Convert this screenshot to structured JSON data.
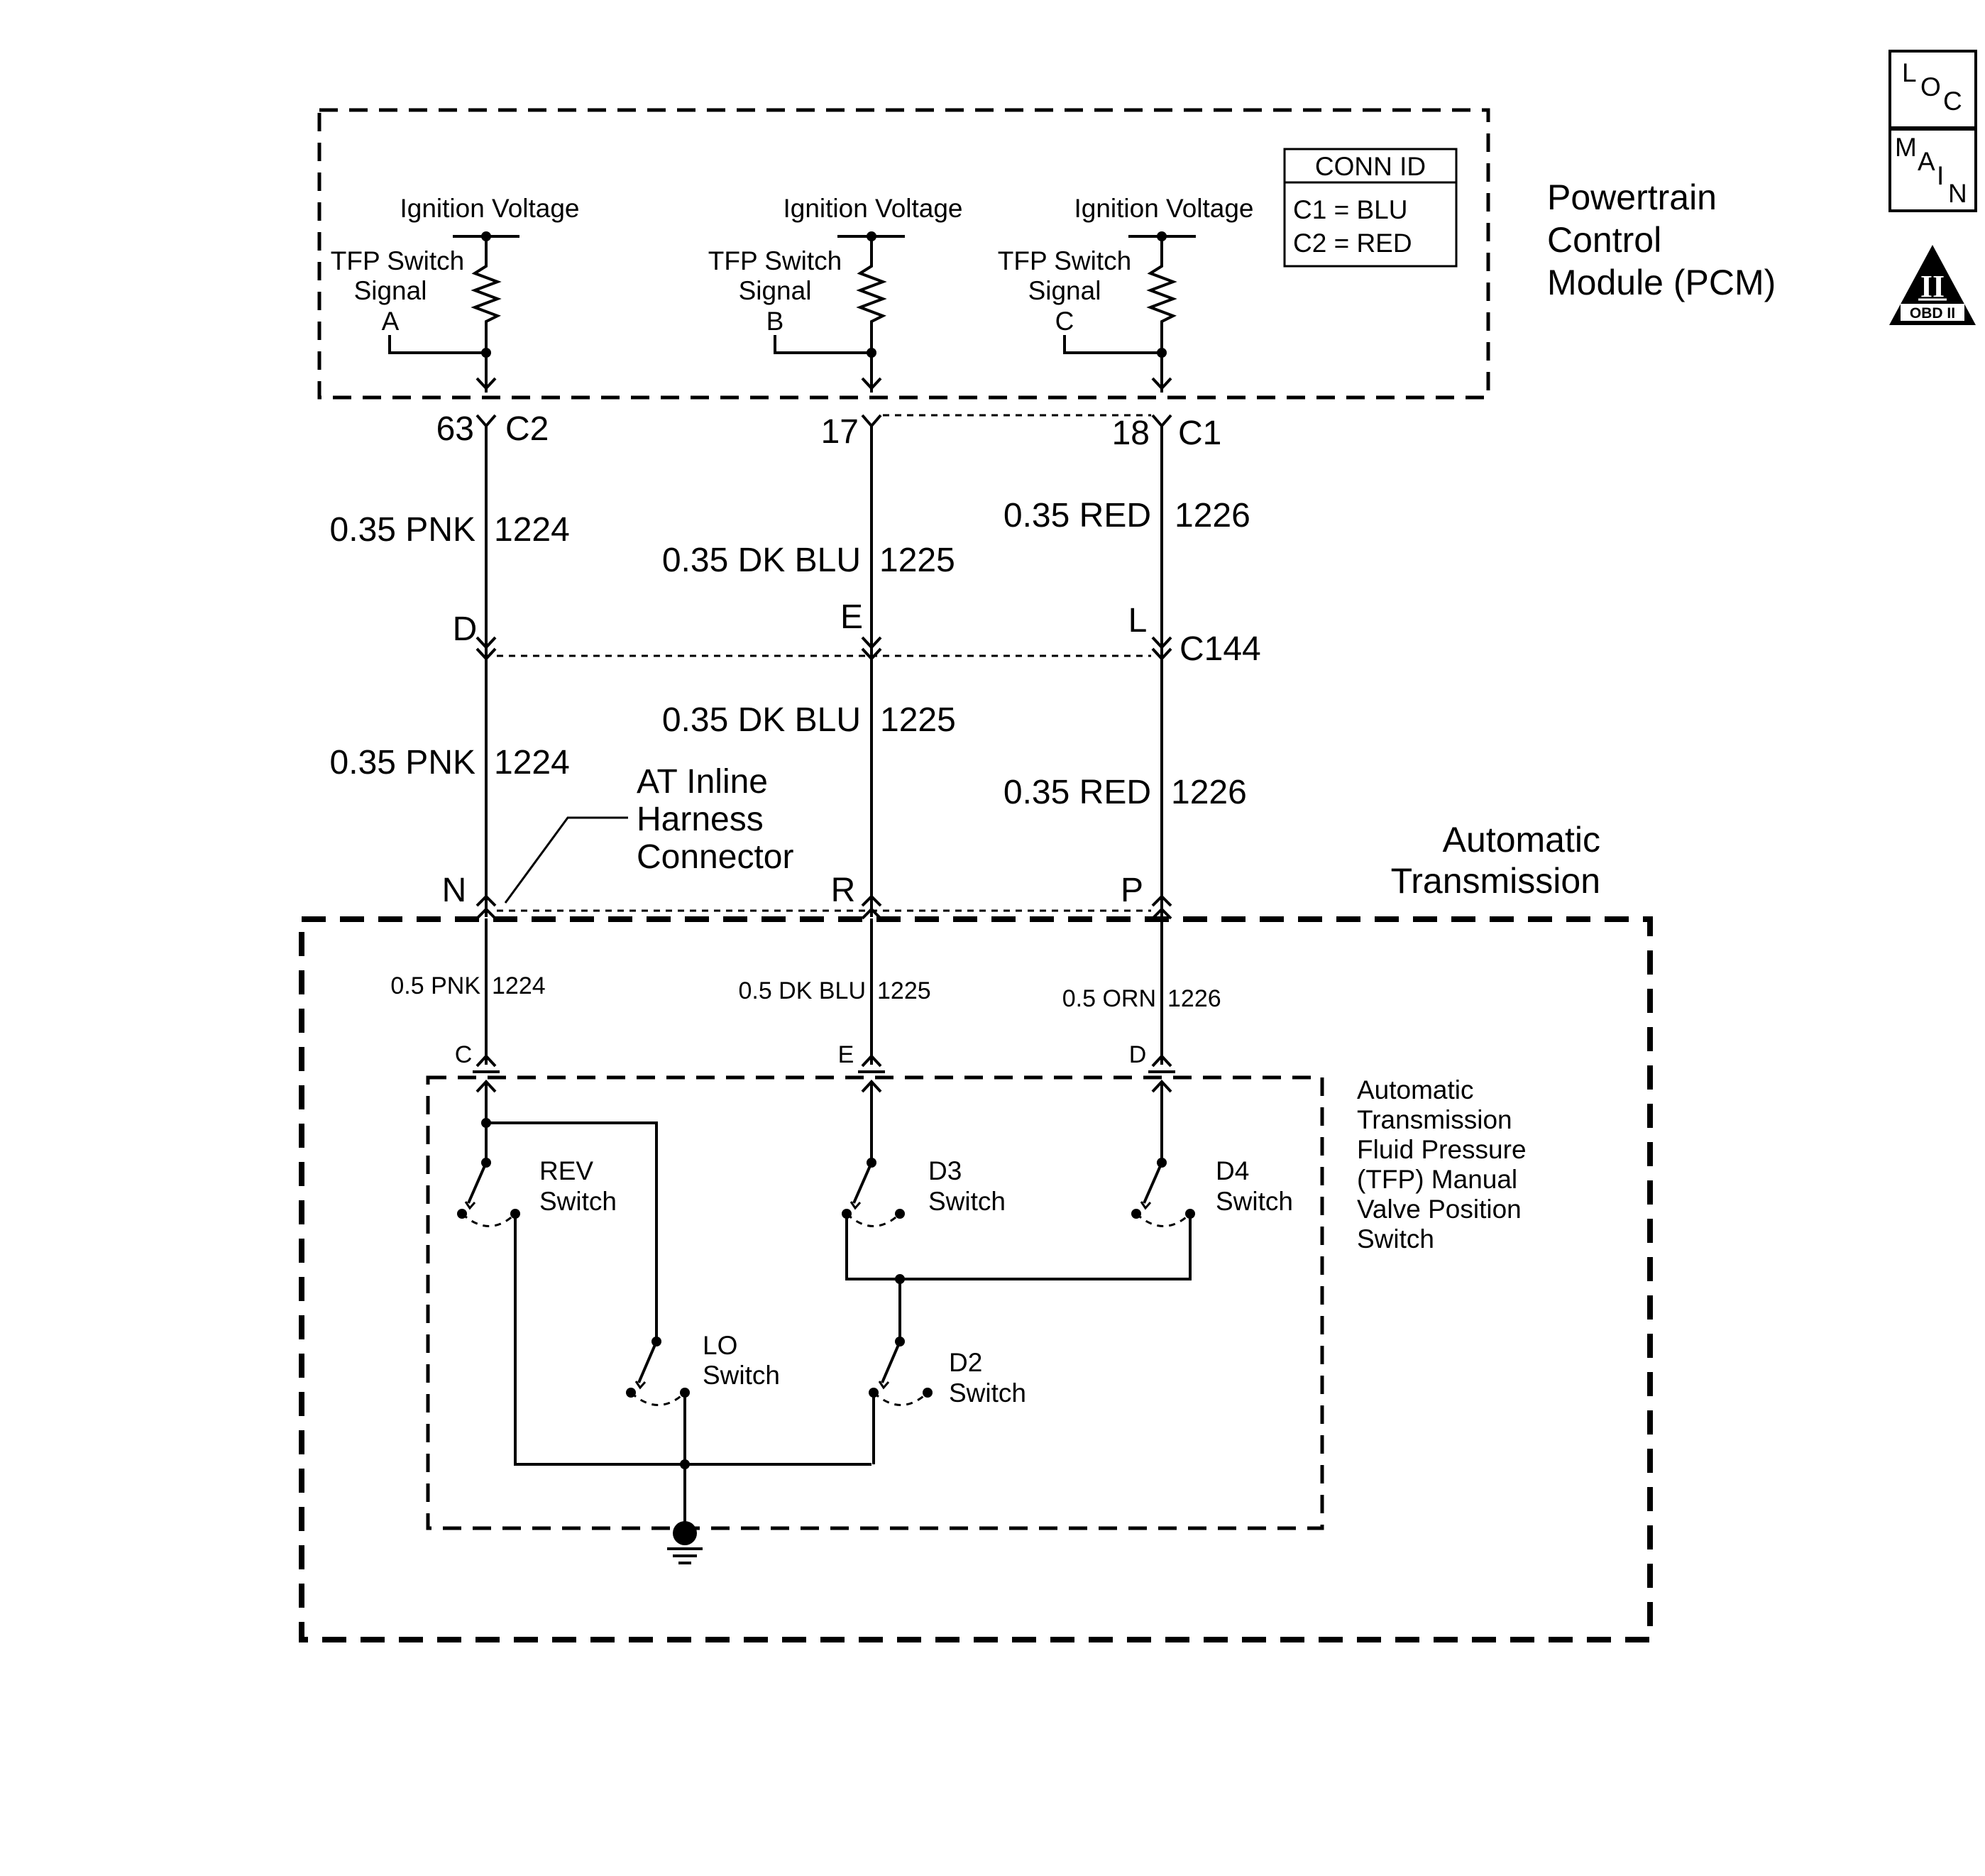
{
  "pcm": {
    "title_lines": [
      "Powertrain",
      "Control",
      "Module (PCM)"
    ],
    "ignition_voltage": "Ignition Voltage",
    "tfp_signal_line1": "TFP Switch",
    "tfp_signal_line2": "Signal",
    "signal_letters": [
      "A",
      "B",
      "C"
    ]
  },
  "conn_id": {
    "header": "CONN ID",
    "row1": "C1 = BLU",
    "row2": "C2 = RED"
  },
  "pcm_pins": {
    "left_pin": "63",
    "left_conn": "C2",
    "mid_pin": "17",
    "right_pin": "18",
    "right_conn": "C1"
  },
  "wires_upper": {
    "left_spec": "0.35 PNK",
    "left_circuit": "1224",
    "mid_spec": "0.35 DK BLU",
    "mid_circuit": "1225",
    "right_spec": "0.35 RED",
    "right_circuit": "1226"
  },
  "c144": {
    "name": "C144",
    "pin_left": "D",
    "pin_mid": "E",
    "pin_right": "L"
  },
  "wires_middle": {
    "left_spec": "0.35 PNK",
    "left_circuit": "1224",
    "mid_spec": "0.35 DK BLU",
    "mid_circuit": "1225",
    "right_spec": "0.35 RED",
    "right_circuit": "1226"
  },
  "inline_connector": {
    "lines": [
      "AT Inline",
      "Harness",
      "Connector"
    ],
    "pin_left": "N",
    "pin_mid": "R",
    "pin_right": "P"
  },
  "transmission": {
    "title_lines": [
      "Automatic",
      "Transmission"
    ]
  },
  "wires_lower": {
    "left_spec": "0.5 PNK",
    "left_circuit": "1224",
    "mid_spec": "0.5 DK BLU",
    "mid_circuit": "1225",
    "right_spec": "0.5 ORN",
    "right_circuit": "1226"
  },
  "switch_assembly": {
    "title_lines": [
      "Automatic",
      "Transmission",
      "Fluid Pressure",
      "(TFP) Manual",
      "Valve Position",
      "Switch"
    ],
    "pin_left": "C",
    "pin_mid": "E",
    "pin_right": "D",
    "rev": [
      "REV",
      "Switch"
    ],
    "d3": [
      "D3",
      "Switch"
    ],
    "d4": [
      "D4",
      "Switch"
    ],
    "lo": [
      "LO",
      "Switch"
    ],
    "d2": [
      "D2",
      "Switch"
    ]
  },
  "side_icons": {
    "loc": [
      "L",
      "O",
      "C"
    ],
    "main": [
      "M",
      "A",
      "I",
      "N"
    ],
    "obd_numeral": "II",
    "obd_label": "OBD II"
  }
}
